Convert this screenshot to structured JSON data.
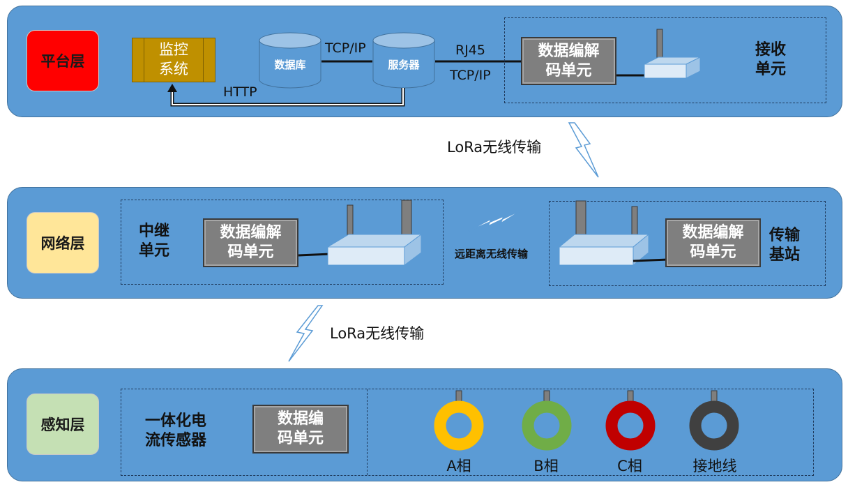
{
  "platform": {
    "label": "平台层",
    "monitor": "监控系统",
    "monitor_line1": "监控",
    "monitor_line2": "系统",
    "database": "数据库",
    "server": "服务器",
    "tcpip_top": "TCP/IP",
    "http": "HTTP",
    "rj45": "RJ45",
    "tcpip_right": "TCP/IP",
    "codec_line1": "数据编解",
    "codec_line2": "码单元",
    "receive_line1": "接收",
    "receive_line2": "单元"
  },
  "link_top": "LoRa无线传输",
  "network": {
    "label": "网络层",
    "relay_line1": "中继",
    "relay_line2": "单元",
    "codec_left_line1": "数据编解",
    "codec_left_line2": "码单元",
    "long_range": "远距离无线传输",
    "codec_right_line1": "数据编解",
    "codec_right_line2": "码单元",
    "base_line1": "传输",
    "base_line2": "基站"
  },
  "link_bottom": "LoRa无线传输",
  "sensing": {
    "label": "感知层",
    "sensor_line1": "一体化电",
    "sensor_line2": "流传感器",
    "codec_line1": "数据编",
    "codec_line2": "码单元",
    "phases": [
      {
        "label": "A相",
        "color": "#ffc000"
      },
      {
        "label": "B相",
        "color": "#70ad47"
      },
      {
        "label": "C相",
        "color": "#c00000"
      },
      {
        "label": "接地线",
        "color": "#404040"
      }
    ]
  },
  "colors": {
    "layer_fill": "#5b9bd5",
    "platform_label": "#ff0000",
    "network_label": "#ffe699",
    "sensing_label": "#c5e0b4",
    "monitor_fill": "#bf9000"
  }
}
